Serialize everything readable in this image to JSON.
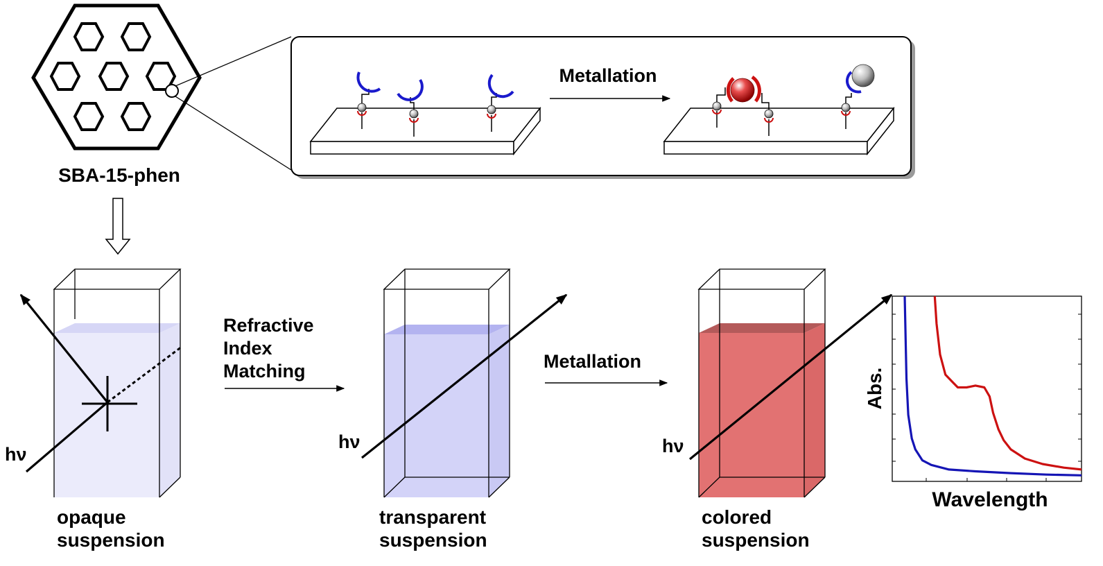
{
  "labels": {
    "material": "SBA-15-phen",
    "top_arrow": "Metallation",
    "step1_l1": "Refractive",
    "step1_l2": "Index",
    "step1_l3": "Matching",
    "step2": "Metallation",
    "hv": "hν",
    "cell1_l1": "opaque",
    "cell1_l2": "suspension",
    "cell2_l1": "transparent",
    "cell2_l2": "suspension",
    "cell3_l1": "colored",
    "cell3_l2": "suspension"
  },
  "colors": {
    "ligand": "#1a1acc",
    "metal_red": "#cc1111",
    "opaque_fill": "#ebebfb",
    "transparent_fill": "#d3d3f8",
    "surface_blue": "#b3b3f0",
    "colored_fill": "#e27272",
    "surface_red": "#b45a5a"
  },
  "chart_data": {
    "type": "line",
    "xlabel": "Wavelength",
    "ylabel": "Abs.",
    "ticks_shown": false,
    "series": [
      {
        "color": "#1515b5",
        "x": [
          0.0,
          0.01,
          0.02,
          0.04,
          0.06,
          0.1,
          0.15,
          0.25,
          0.4,
          0.6,
          0.8,
          1.0
        ],
        "y": [
          1.0,
          0.55,
          0.35,
          0.22,
          0.16,
          0.1,
          0.075,
          0.05,
          0.04,
          0.03,
          0.022,
          0.018
        ]
      },
      {
        "color": "#cc1111",
        "x": [
          0.17,
          0.18,
          0.2,
          0.23,
          0.27,
          0.3,
          0.35,
          0.4,
          0.45,
          0.48,
          0.5,
          0.53,
          0.56,
          0.6,
          0.68,
          0.78,
          0.9,
          1.0
        ],
        "y": [
          1.0,
          0.85,
          0.68,
          0.57,
          0.53,
          0.5,
          0.5,
          0.51,
          0.5,
          0.45,
          0.36,
          0.27,
          0.21,
          0.16,
          0.11,
          0.08,
          0.06,
          0.05
        ]
      }
    ]
  }
}
